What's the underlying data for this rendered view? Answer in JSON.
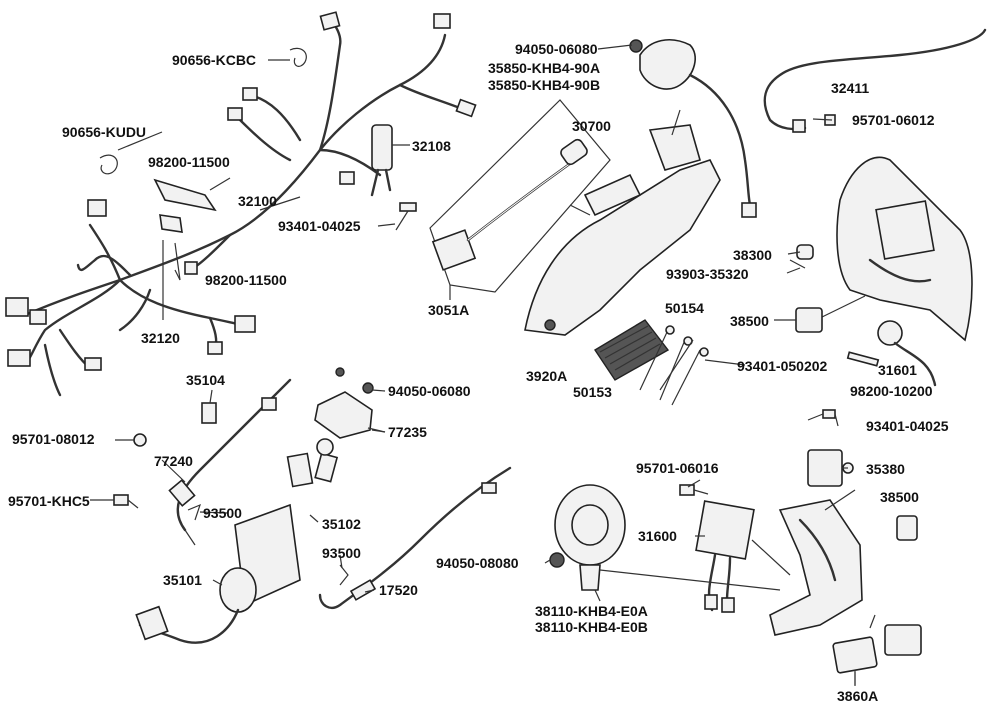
{
  "diagram": {
    "labels": [
      {
        "id": "l1",
        "text": "90656-KCBC"
      },
      {
        "id": "l2",
        "text": "94050-06080"
      },
      {
        "id": "l3",
        "text": "35850-KHB4-90A"
      },
      {
        "id": "l4",
        "text": "35850-KHB4-90B"
      },
      {
        "id": "l5",
        "text": "32411"
      },
      {
        "id": "l6",
        "text": "95701-06012"
      },
      {
        "id": "l7",
        "text": "90656-KUDU"
      },
      {
        "id": "l8",
        "text": "32108"
      },
      {
        "id": "l9",
        "text": "30700"
      },
      {
        "id": "l10",
        "text": "98200-11500"
      },
      {
        "id": "l11",
        "text": "93401-04025"
      },
      {
        "id": "l12",
        "text": "32100"
      },
      {
        "id": "l13",
        "text": "98200-11500"
      },
      {
        "id": "l14",
        "text": "38300"
      },
      {
        "id": "l15",
        "text": "93903-35320"
      },
      {
        "id": "l16",
        "text": "3051A"
      },
      {
        "id": "l17",
        "text": "50154"
      },
      {
        "id": "l18",
        "text": "38500"
      },
      {
        "id": "l19",
        "text": "32120"
      },
      {
        "id": "l20",
        "text": "3920A"
      },
      {
        "id": "l21",
        "text": "93401-050202"
      },
      {
        "id": "l22",
        "text": "31601"
      },
      {
        "id": "l23",
        "text": "35104"
      },
      {
        "id": "l24",
        "text": "94050-06080"
      },
      {
        "id": "l25",
        "text": "50153"
      },
      {
        "id": "l26",
        "text": "98200-10200"
      },
      {
        "id": "l27",
        "text": "77235"
      },
      {
        "id": "l28",
        "text": "93401-04025"
      },
      {
        "id": "l29",
        "text": "95701-08012"
      },
      {
        "id": "l30",
        "text": "77240"
      },
      {
        "id": "l31",
        "text": "95701-06016"
      },
      {
        "id": "l32",
        "text": "35380"
      },
      {
        "id": "l33",
        "text": "38500"
      },
      {
        "id": "l34",
        "text": "95701-KHC5"
      },
      {
        "id": "l35",
        "text": "93500"
      },
      {
        "id": "l36",
        "text": "35102"
      },
      {
        "id": "l37",
        "text": "31600"
      },
      {
        "id": "l38",
        "text": "93500"
      },
      {
        "id": "l39",
        "text": "94050-08080"
      },
      {
        "id": "l40",
        "text": "35101"
      },
      {
        "id": "l41",
        "text": "17520"
      },
      {
        "id": "l42",
        "text": "38110-KHB4-E0A"
      },
      {
        "id": "l43",
        "text": "38110-KHB4-E0B"
      },
      {
        "id": "l44",
        "text": "3860A"
      }
    ]
  }
}
